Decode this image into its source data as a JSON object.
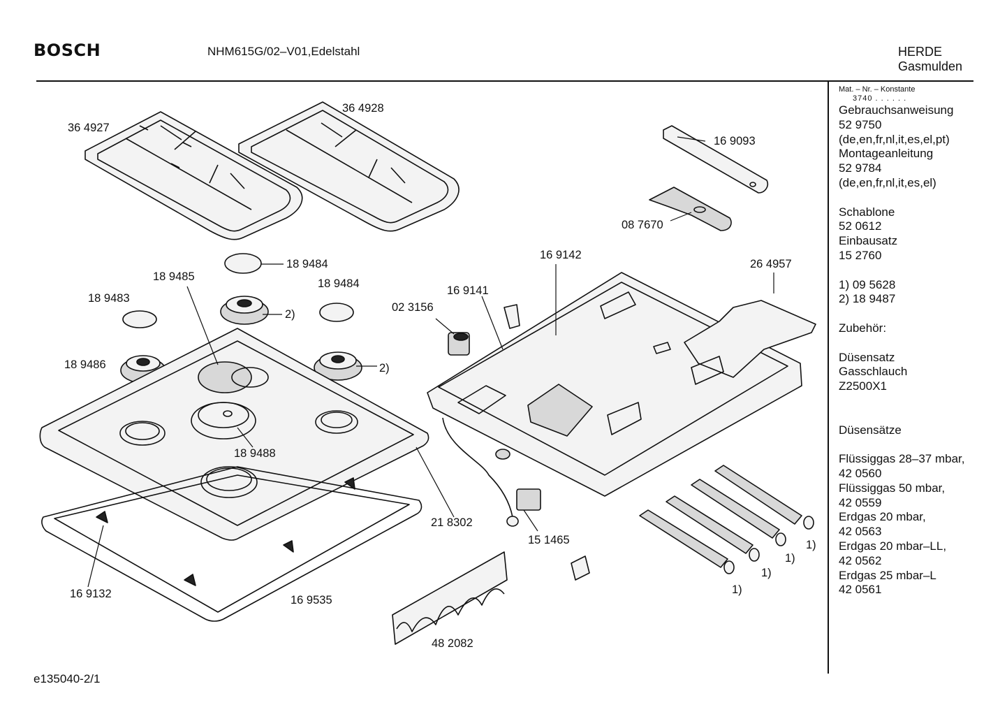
{
  "header": {
    "brand": "BOSCH",
    "model": "NHM615G/02–V01,Edelstahl",
    "category_line1": "HERDE",
    "category_line2": "Gasmulden"
  },
  "sidebar": {
    "mat_label": "Mat. – Nr. – Konstante",
    "mat_value": "3740 . . . . . .",
    "lines_a": [
      "Gebrauchsanweisung",
      "52 9750",
      "(de,en,fr,nl,it,es,el,pt)",
      "Montageanleitung",
      "52 9784",
      "(de,en,fr,nl,it,es,el)"
    ],
    "lines_b": [
      "Schablone",
      "52 0612",
      "Einbausatz",
      "15 2760"
    ],
    "lines_c": [
      "1)  09 5628",
      "2)  18 9487"
    ],
    "lines_d": [
      "Zubehör:"
    ],
    "lines_e": [
      "Düsensatz",
      "Gasschlauch",
      "Z2500X1"
    ],
    "lines_f": [
      "Düsensätze"
    ],
    "lines_g": [
      "Flüssiggas 28–37 mbar,",
      "42 0560",
      "Flüssiggas 50 mbar,",
      "42 0559",
      "Erdgas 20 mbar,",
      "42 0563",
      "Erdgas 20 mbar–LL,",
      "42 0562",
      "Erdgas 25 mbar–L",
      "42 0561"
    ]
  },
  "parts": {
    "p364927": "36 4927",
    "p364928": "36 4928",
    "p169093": "16 9093",
    "p087670": "08 7670",
    "p189484a": "18 9484",
    "p169142": "16 9142",
    "p264957": "26 4957",
    "p189485": "18 9485",
    "p189483": "18 9483",
    "p189484b": "18 9484",
    "p169141": "16 9141",
    "p023156": "02 3156",
    "ref2a": "2)",
    "ref2b": "2)",
    "p189486": "18 9486",
    "p189488": "18 9488",
    "p218302": "21 8302",
    "p151465": "15 1465",
    "p169132": "16 9132",
    "p169535": "16 9535",
    "p482082": "48 2082",
    "ref1a": "1)",
    "ref1b": "1)",
    "ref1c": "1)",
    "ref1d": "1)"
  },
  "footer": {
    "code": "e135040-2/1"
  }
}
